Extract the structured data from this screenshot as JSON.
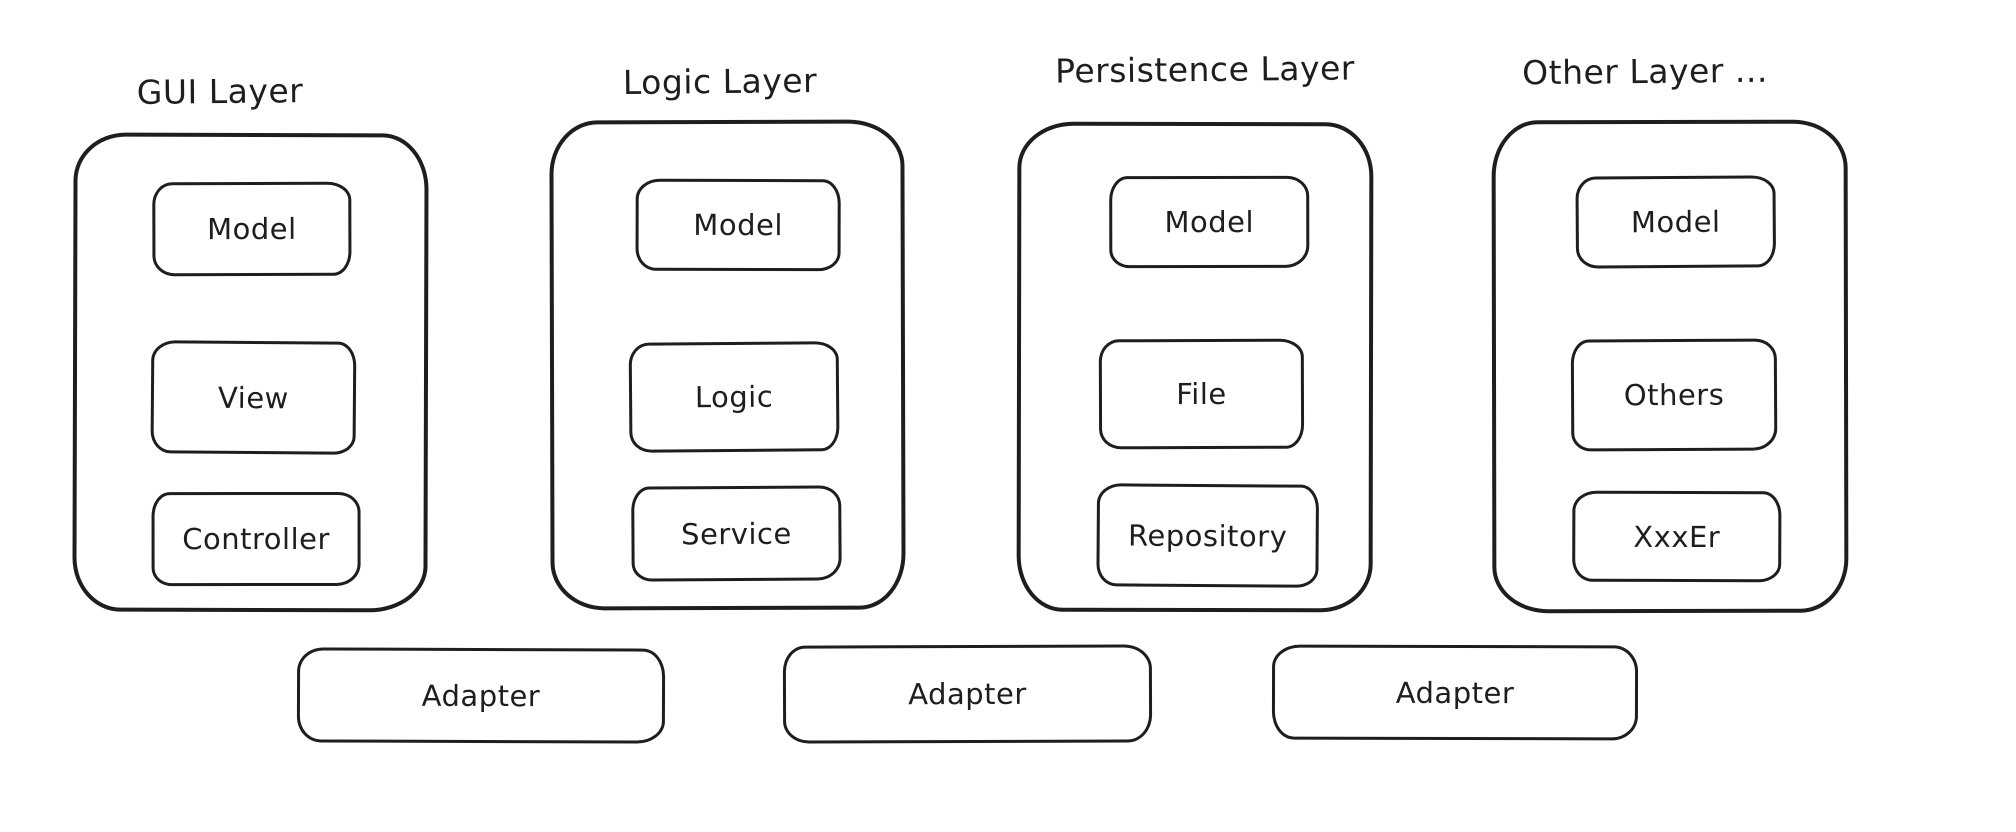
{
  "canvas": {
    "background": "#ffffff",
    "stroke_color": "#1e1e1e",
    "style": "hand-drawn sketch diagram"
  },
  "layers": [
    {
      "title": "GUI Layer",
      "boxes": [
        "Model",
        "View",
        "Controller"
      ]
    },
    {
      "title": "Logic Layer",
      "boxes": [
        "Model",
        "Logic",
        "Service"
      ]
    },
    {
      "title": "Persistence Layer",
      "boxes": [
        "Model",
        "File",
        "Repository"
      ]
    },
    {
      "title": "Other Layer ...",
      "boxes": [
        "Model",
        "Others",
        "XxxEr"
      ]
    }
  ],
  "adapters": [
    {
      "label": "Adapter"
    },
    {
      "label": "Adapter"
    },
    {
      "label": "Adapter"
    }
  ]
}
